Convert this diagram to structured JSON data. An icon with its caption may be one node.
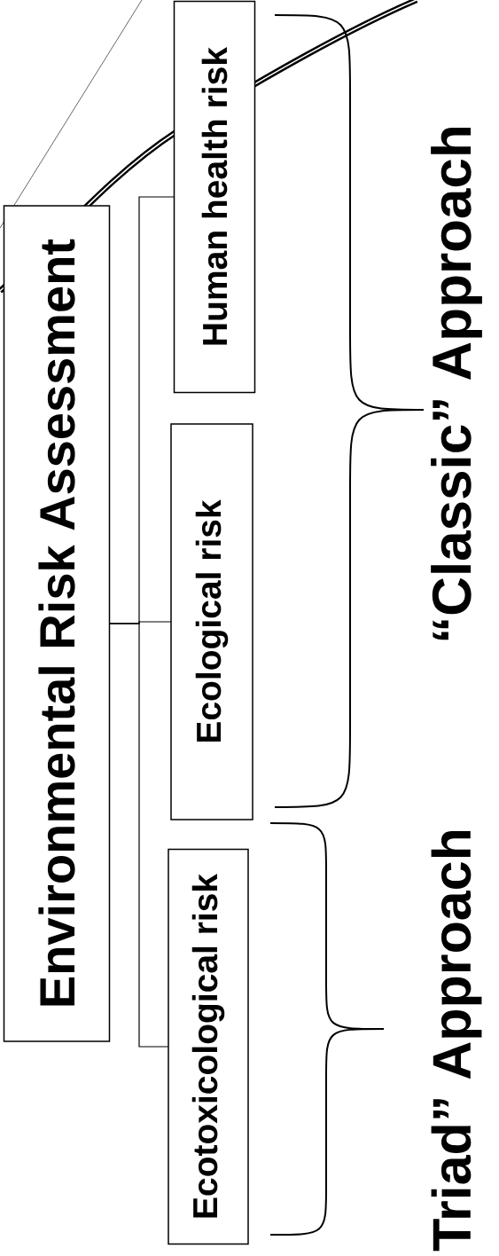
{
  "diagram": {
    "nodes": [
      {
        "text": [
          "Environmental Risk Assessment"
        ]
      },
      {
        "text": [
          "Human health risk"
        ]
      },
      {
        "text": [
          "Ecological risk"
        ]
      },
      {
        "text": [
          "Ecotoxicological risk"
        ]
      }
    ],
    "edges": [
      {
        "from": 0,
        "to": 1,
        "arrow": "none"
      },
      {
        "from": 0,
        "to": 2,
        "arrow": "none"
      },
      {
        "from": 0,
        "to": 3,
        "arrow": "none"
      }
    ],
    "labels": [
      "“Classic” Approach",
      "Triad” Approach"
    ]
  }
}
